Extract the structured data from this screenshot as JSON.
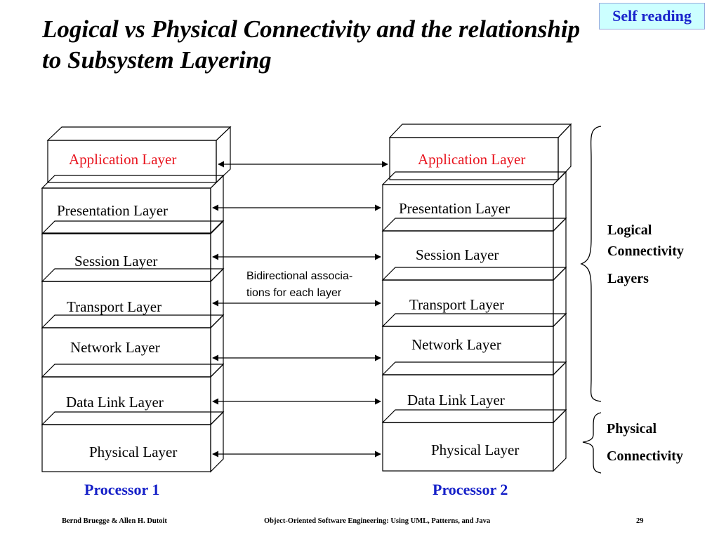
{
  "slide": {
    "title_line1": "Logical vs Physical Connectivity and the relationship",
    "title_line2": "to Subsystem Layering",
    "badge": "Self reading"
  },
  "diagram": {
    "processor1": {
      "label": "Processor 1",
      "layers": [
        "Application Layer",
        "Presentation Layer",
        "Session Layer",
        "Transport Layer",
        "Network Layer",
        "Data Link Layer",
        "Physical Layer"
      ]
    },
    "processor2": {
      "label": "Processor 2",
      "layers": [
        "Application Layer",
        "Presentation Layer",
        "Session Layer",
        "Transport Layer",
        "Network Layer",
        "Data Link Layer",
        "Physical Layer"
      ]
    },
    "arrow_note_line1": "Bidirectional associa-",
    "arrow_note_line2": "tions for each layer",
    "logical_line1": "Logical",
    "logical_line2": "Connectivity",
    "logical_line3": "Layers",
    "physical_line1": "Physical",
    "physical_line2": "Connectivity",
    "colors": {
      "application_label": "#e8141e",
      "processor_label": "#1520c8",
      "badge_bg": "#ccffff",
      "badge_text": "#1a24cc"
    }
  },
  "footer": {
    "authors": "Bernd Bruegge & Allen H. Dutoit",
    "book": "Object-Oriented Software Engineering: Using UML, Patterns, and Java",
    "page": "29"
  }
}
